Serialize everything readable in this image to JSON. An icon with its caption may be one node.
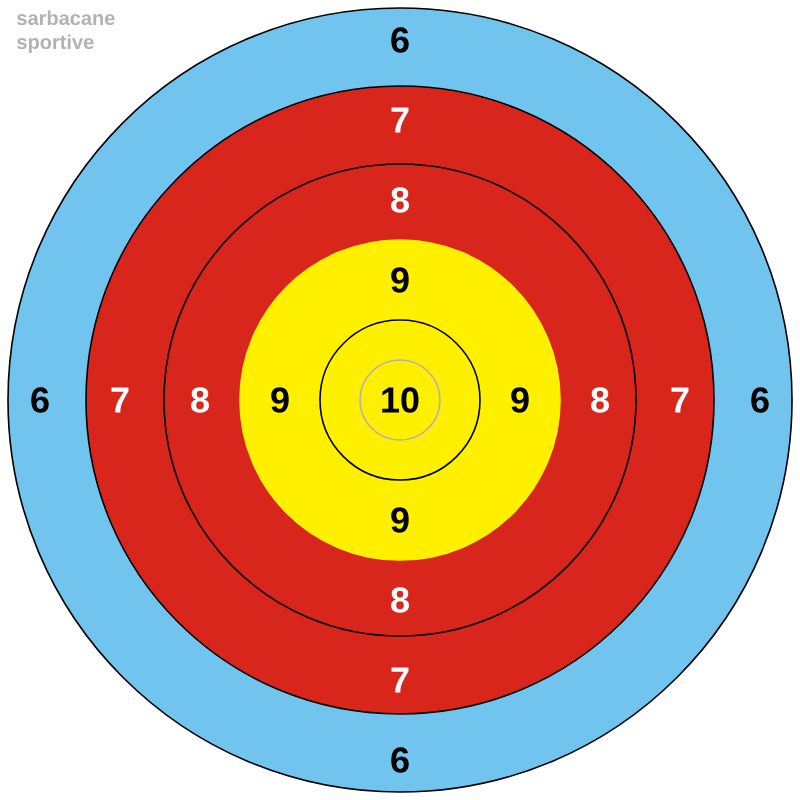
{
  "diagram": {
    "title": "sarbacane sportive",
    "nodes": [
      {
        "text": [
          "6",
          "6",
          "6",
          "6"
        ]
      },
      {
        "text": [
          "7",
          "7",
          "7",
          "7"
        ],
        "in": 0
      },
      {
        "text": [
          "8",
          "8",
          "8",
          "8"
        ],
        "in": 1
      },
      {
        "text": [
          "9",
          "9",
          "9",
          "9"
        ],
        "in": 2
      },
      {
        "text": [],
        "shape": "circle",
        "in": 3
      },
      {
        "text": [
          "10"
        ],
        "in": 4
      }
    ]
  }
}
